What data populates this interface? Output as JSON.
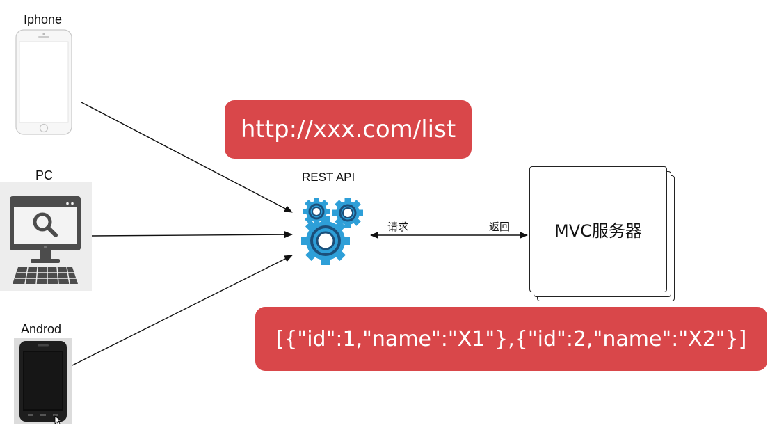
{
  "clients": {
    "iphone_label": "Iphone",
    "pc_label": "PC",
    "android_label": "Androd"
  },
  "api": {
    "label": "REST API",
    "request_label": "请求",
    "return_label": "返回"
  },
  "server": {
    "label": "MVC服务器"
  },
  "callouts": {
    "url": "http://xxx.com/list",
    "json": "[{\"id\":1,\"name\":\"X1\"},{\"id\":2,\"name\":\"X2\"}]"
  },
  "colors": {
    "callout_bg": "#d9474a",
    "gear_blue": "#2e9fd8"
  },
  "icons": {
    "api": "gears-icon",
    "iphone": "iphone-icon",
    "pc": "computer-icon",
    "android": "android-phone-icon"
  }
}
